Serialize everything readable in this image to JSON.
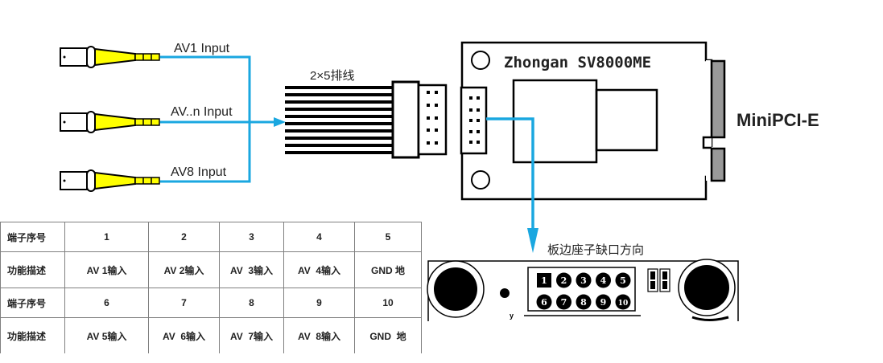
{
  "inputs": [
    {
      "label": "AV1 Input"
    },
    {
      "label": "AV..n Input"
    },
    {
      "label": "AV8 Input"
    }
  ],
  "cable": {
    "label": "2×5排线"
  },
  "board": {
    "title": "Zhongan  SV8000ME",
    "interface_label": "MiniPCI-E"
  },
  "edge_connector": {
    "direction_label": "板边座子缺口方向",
    "pins_row1": [
      "1",
      "2",
      "3",
      "4",
      "5"
    ],
    "pins_row2": [
      "6",
      "7",
      "8",
      "9",
      "10"
    ]
  },
  "colors": {
    "signal_line": "#1aa7e0",
    "plug_yellow": "#ffff00",
    "contact_grey": "#999999"
  },
  "pin_table": {
    "rows": [
      {
        "header": "端子序号",
        "cells": [
          "1",
          "2",
          "3",
          "4",
          "5"
        ],
        "type": "num"
      },
      {
        "header": "功能描述",
        "cells": [
          "AV 1输入",
          "AV 2输入",
          "AV  3输入",
          "AV  4输入",
          "GND 地"
        ],
        "type": "desc"
      },
      {
        "header": "端子序号",
        "cells": [
          "6",
          "7",
          "8",
          "9",
          "10"
        ],
        "type": "num"
      },
      {
        "header": "功能描述",
        "cells": [
          "AV 5输入",
          "AV  6输入",
          "AV  7输入",
          "AV  8输入",
          "GND  地"
        ],
        "type": "desc"
      }
    ]
  }
}
